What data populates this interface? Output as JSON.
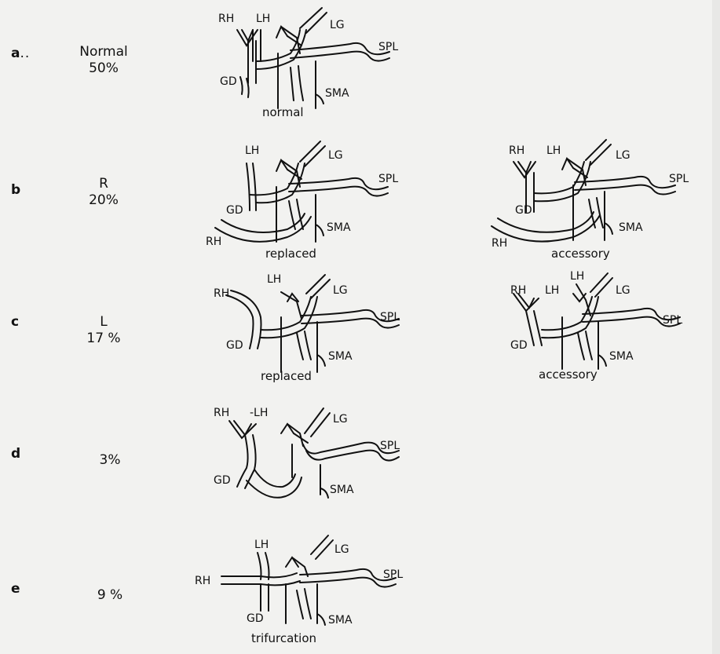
{
  "rows": [
    {
      "letter": "a",
      "letter_suffix": "..",
      "stat_line1": "Normal",
      "stat_line2": "50%"
    },
    {
      "letter": "b",
      "stat_line1": "R",
      "stat_line2": "20%"
    },
    {
      "letter": "c",
      "stat_line1": "L",
      "stat_line2": "17 %"
    },
    {
      "letter": "d",
      "stat_line1": "3%"
    },
    {
      "letter": "e",
      "stat_line1": "9 %"
    }
  ],
  "diagrams": {
    "a_normal": {
      "rh": "RH",
      "lh": "LH",
      "lg": "LG",
      "spl": "SPL",
      "gd": "GD",
      "sma": "SMA",
      "caption": "normal"
    },
    "b_replaced": {
      "lh": "LH",
      "lg": "LG",
      "spl": "SPL",
      "gd": "GD",
      "sma": "SMA",
      "rh": "RH",
      "caption": "replaced"
    },
    "b_accessory": {
      "rh": "RH",
      "lh": "LH",
      "lg": "LG",
      "spl": "SPL",
      "gd": "GD",
      "sma": "SMA",
      "rh2": "RH",
      "caption": "accessory"
    },
    "c_replaced": {
      "rh": "RH",
      "lh": "LH",
      "lg": "LG",
      "spl": "SPL",
      "gd": "GD",
      "sma": "SMA",
      "caption": "replaced"
    },
    "c_accessory": {
      "rh": "RH",
      "lh": "LH",
      "lh2": "LH",
      "lg": "LG",
      "spl": "SPL",
      "gd": "GD",
      "sma": "SMA",
      "caption": "accessory"
    },
    "d_variant": {
      "rh": "RH",
      "lh": "-LH",
      "lg": "LG",
      "spl": "SPL",
      "gd": "GD",
      "sma": "SMA"
    },
    "e_trifurcation": {
      "lh": "LH",
      "lg": "LG",
      "rh": "RH",
      "spl": "SPL",
      "gd": "GD",
      "sma": "SMA",
      "caption": "trifurcation"
    }
  }
}
